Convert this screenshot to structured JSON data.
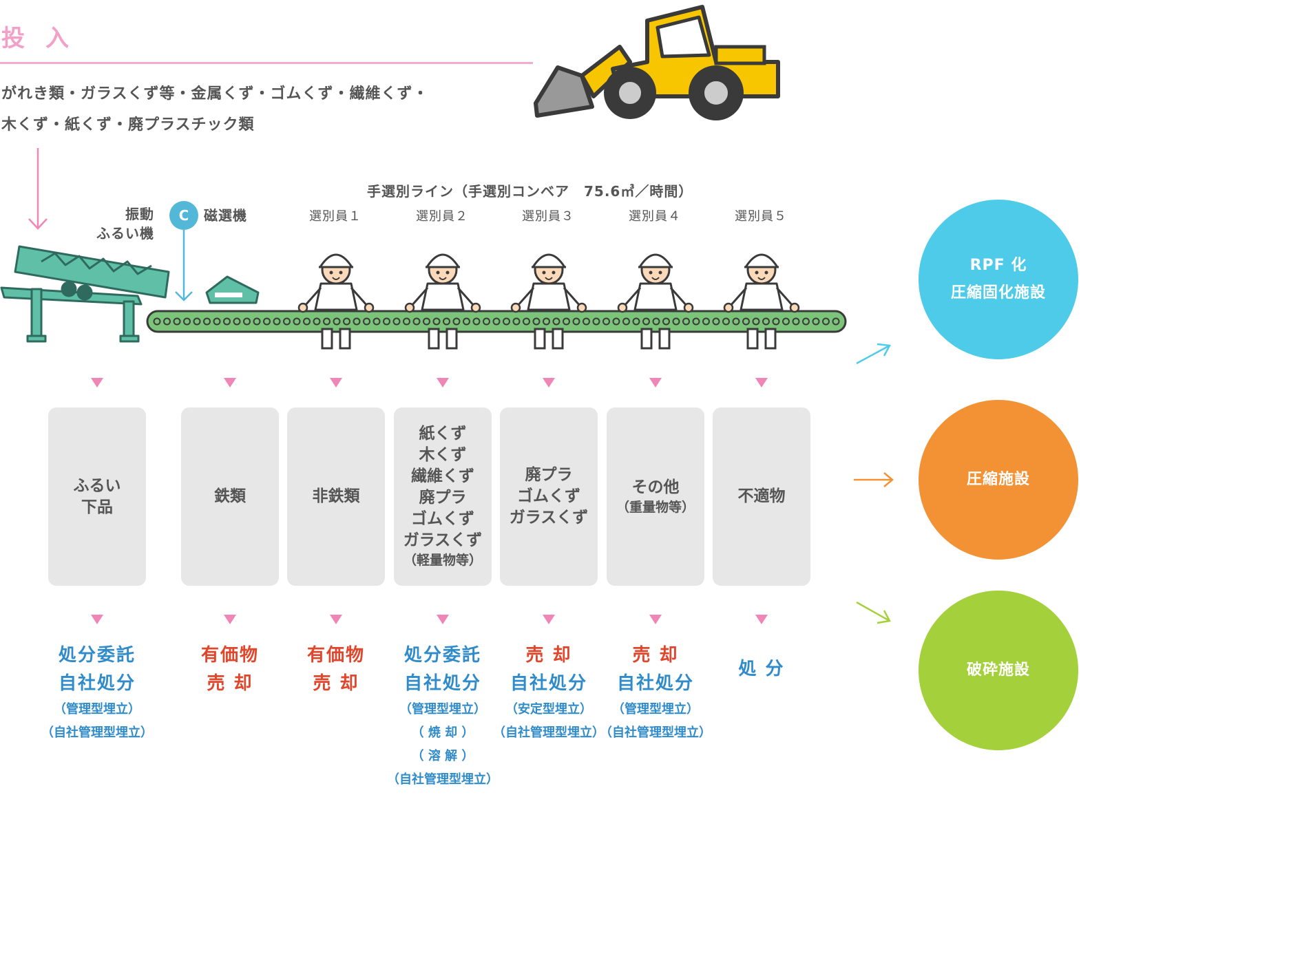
{
  "header": {
    "title": "投入",
    "materials_line1": "がれき類・ガラスくず等・金属くず・ゴムくず・繊維くず・",
    "materials_line2": "木くず・紙くず・廃プラスチック類"
  },
  "line_title": "手選別ライン（手選別コンベア　75.6㎥／時間）",
  "machines": {
    "screen_line1": "振動",
    "screen_line2": "ふるい機",
    "magnet_badge": "C",
    "magnet_label": "磁選機"
  },
  "sorters": [
    "選別員１",
    "選別員２",
    "選別員３",
    "選別員４",
    "選別員５"
  ],
  "boxes": [
    {
      "lines": [
        "ふるい",
        "下品"
      ],
      "small": ""
    },
    {
      "lines": [
        "鉄類"
      ],
      "small": ""
    },
    {
      "lines": [
        "非鉄類"
      ],
      "small": ""
    },
    {
      "lines": [
        "紙くず",
        "木くず",
        "繊維くず",
        "廃プラ",
        "ゴムくず",
        "ガラスくず"
      ],
      "small": "（軽量物等）"
    },
    {
      "lines": [
        "廃プラ",
        "ゴムくず",
        "ガラスくず"
      ],
      "small": ""
    },
    {
      "lines": [
        "その他"
      ],
      "small": "（重量物等）"
    },
    {
      "lines": [
        "不適物"
      ],
      "small": ""
    }
  ],
  "results": [
    {
      "big": [
        {
          "text": "処分委託",
          "color": "blue"
        },
        {
          "text": "自社処分",
          "color": "blue"
        }
      ],
      "small": [
        "（管理型埋立）",
        "（自社管理型埋立）"
      ]
    },
    {
      "big": [
        {
          "text": "有価物",
          "color": "red"
        },
        {
          "text": "売 却",
          "color": "red"
        }
      ],
      "small": []
    },
    {
      "big": [
        {
          "text": "有価物",
          "color": "red"
        },
        {
          "text": "売 却",
          "color": "red"
        }
      ],
      "small": []
    },
    {
      "big": [
        {
          "text": "処分委託",
          "color": "blue"
        },
        {
          "text": "自社処分",
          "color": "blue"
        }
      ],
      "small": [
        "（管理型埋立）",
        "（ 焼 却 ）",
        "（ 溶 解 ）",
        "（自社管理型埋立）"
      ]
    },
    {
      "big": [
        {
          "text": "売 却",
          "color": "red"
        },
        {
          "text": "自社処分",
          "color": "blue"
        }
      ],
      "small": [
        "（安定型埋立）",
        "（自社管理型埋立）"
      ]
    },
    {
      "big": [
        {
          "text": "売 却",
          "color": "red"
        },
        {
          "text": "自社処分",
          "color": "blue"
        }
      ],
      "small": [
        "（管理型埋立）",
        "（自社管理型埋立）"
      ]
    },
    {
      "big": [
        {
          "text": "処 分",
          "color": "blue"
        }
      ],
      "small": []
    }
  ],
  "facilities": [
    {
      "lines": [
        "RPF 化",
        "圧縮固化施設"
      ],
      "color": "#4ecbe8",
      "arrow": "#4ecbe8"
    },
    {
      "lines": [
        "圧縮施設"
      ],
      "color": "#f39234",
      "arrow": "#f39234"
    },
    {
      "lines": [
        "破砕施設"
      ],
      "color": "#a4d03c",
      "arrow": "#a4d03c"
    }
  ],
  "colors": {
    "pink": "#ef86b6",
    "green_machine": "#5fbfa7",
    "conveyor": "#7cc47a",
    "loader_yellow": "#f7c600"
  }
}
